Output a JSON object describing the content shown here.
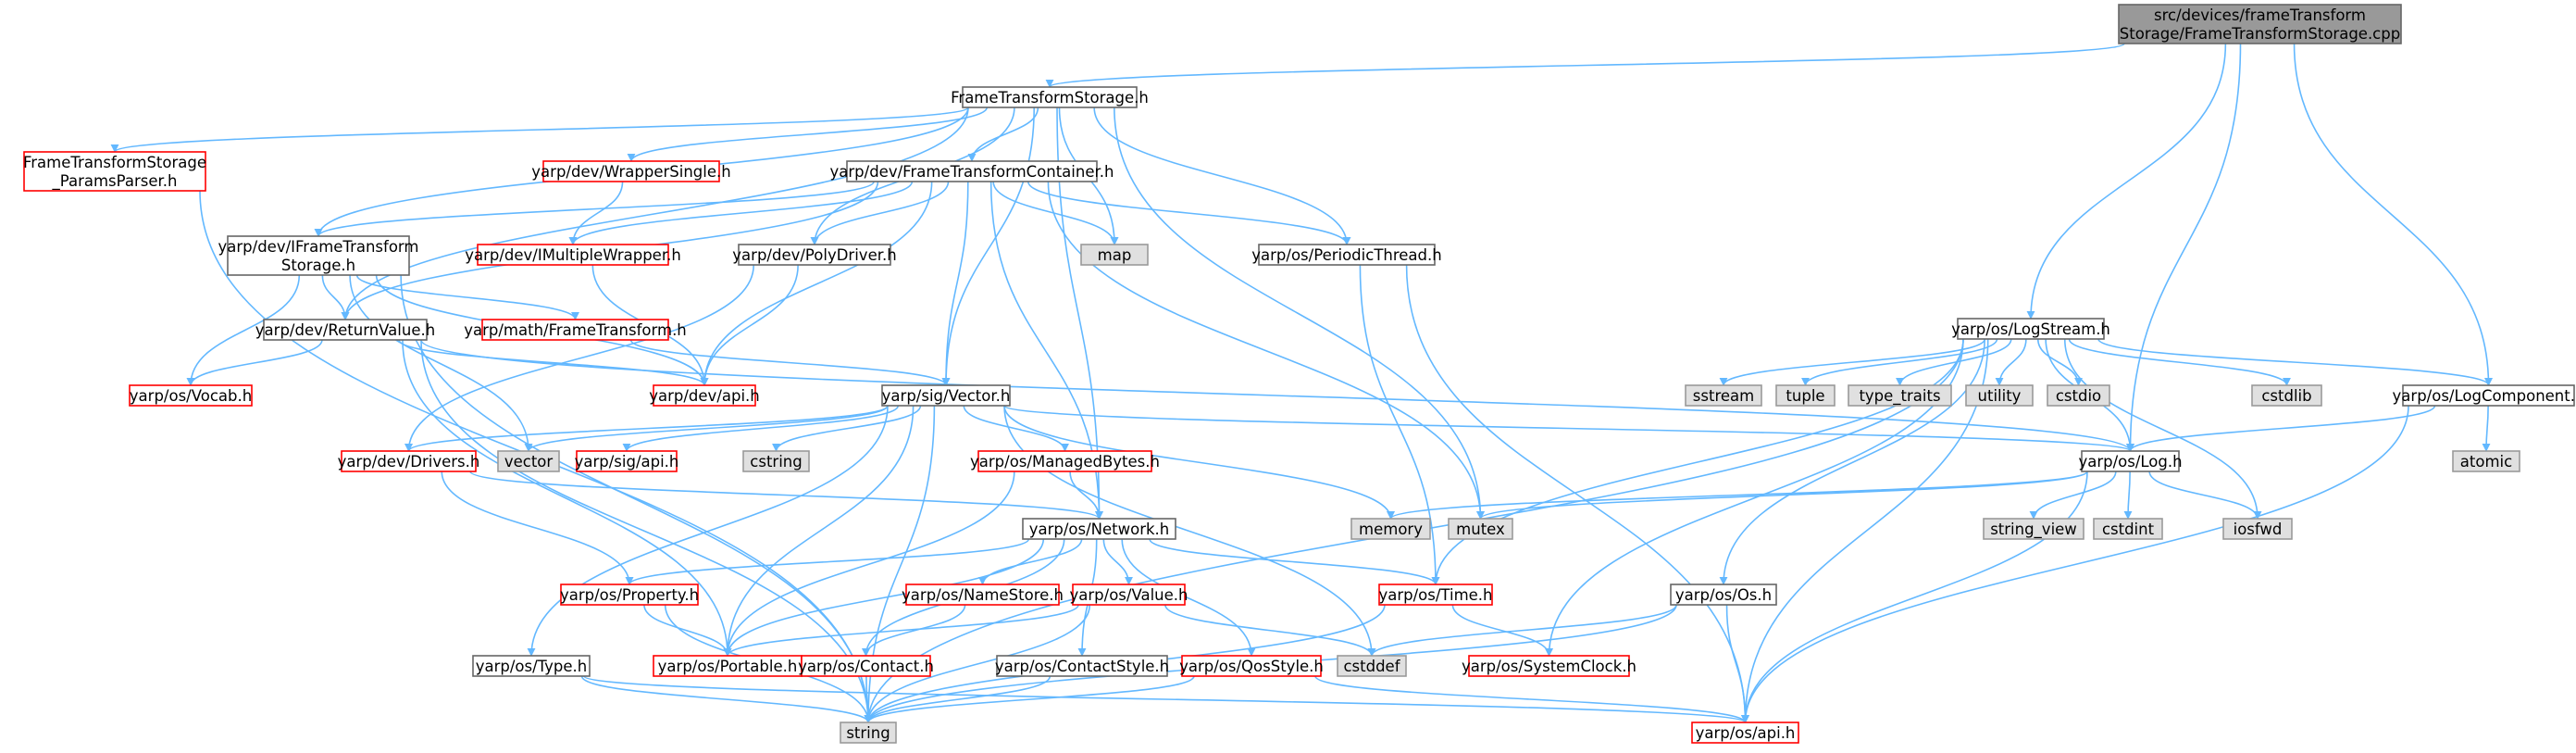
{
  "colors": {
    "edge": "#63b8ff",
    "root_fill": "#999999",
    "root_stroke": "#666666",
    "header_stroke": "#666666",
    "incomplete_stroke": "#ff0000",
    "system_fill": "#e0e0e0",
    "system_stroke": "#999999",
    "text": "#000000"
  },
  "nodes": [
    {
      "id": "root",
      "kind": "root",
      "lines": [
        "src/devices/frameTransform",
        "Storage/FrameTransformStorage.cpp"
      ]
    },
    {
      "id": "fts",
      "kind": "header",
      "lines": [
        "FrameTransformStorage.h"
      ]
    },
    {
      "id": "ftsp",
      "kind": "incomplete",
      "lines": [
        "FrameTransformStorage",
        "_ParamsParser.h"
      ]
    },
    {
      "id": "wrapper_single",
      "kind": "incomplete",
      "lines": [
        "yarp/dev/WrapperSingle.h"
      ]
    },
    {
      "id": "ftc",
      "kind": "header",
      "lines": [
        "yarp/dev/FrameTransformContainer.h"
      ]
    },
    {
      "id": "ift",
      "kind": "header",
      "lines": [
        "yarp/dev/IFrameTransform",
        "Storage.h"
      ]
    },
    {
      "id": "imw",
      "kind": "incomplete",
      "lines": [
        "yarp/dev/IMultipleWrapper.h"
      ]
    },
    {
      "id": "polydriver",
      "kind": "header",
      "lines": [
        "yarp/dev/PolyDriver.h"
      ]
    },
    {
      "id": "map",
      "kind": "system",
      "lines": [
        "map"
      ]
    },
    {
      "id": "periodic",
      "kind": "header",
      "lines": [
        "yarp/os/PeriodicThread.h"
      ]
    },
    {
      "id": "retval",
      "kind": "header",
      "lines": [
        "yarp/dev/ReturnValue.h"
      ]
    },
    {
      "id": "mathft",
      "kind": "incomplete",
      "lines": [
        "yarp/math/FrameTransform.h"
      ]
    },
    {
      "id": "vocab",
      "kind": "incomplete",
      "lines": [
        "yarp/os/Vocab.h"
      ]
    },
    {
      "id": "devapi",
      "kind": "incomplete",
      "lines": [
        "yarp/dev/api.h"
      ]
    },
    {
      "id": "vector_h",
      "kind": "header",
      "lines": [
        "yarp/sig/Vector.h"
      ]
    },
    {
      "id": "vector",
      "kind": "system",
      "lines": [
        "vector"
      ]
    },
    {
      "id": "drivers",
      "kind": "incomplete",
      "lines": [
        "yarp/dev/Drivers.h"
      ]
    },
    {
      "id": "sigapi",
      "kind": "incomplete",
      "lines": [
        "yarp/sig/api.h"
      ]
    },
    {
      "id": "cstring",
      "kind": "system",
      "lines": [
        "cstring"
      ]
    },
    {
      "id": "managed",
      "kind": "incomplete",
      "lines": [
        "yarp/os/ManagedBytes.h"
      ]
    },
    {
      "id": "logstream",
      "kind": "header",
      "lines": [
        "yarp/os/LogStream.h"
      ]
    },
    {
      "id": "sstream",
      "kind": "system",
      "lines": [
        "sstream"
      ]
    },
    {
      "id": "tuple",
      "kind": "system",
      "lines": [
        "tuple"
      ]
    },
    {
      "id": "type_traits",
      "kind": "system",
      "lines": [
        "type_traits"
      ]
    },
    {
      "id": "utility",
      "kind": "system",
      "lines": [
        "utility"
      ]
    },
    {
      "id": "cstdio",
      "kind": "system",
      "lines": [
        "cstdio"
      ]
    },
    {
      "id": "cstdlib",
      "kind": "system",
      "lines": [
        "cstdlib"
      ]
    },
    {
      "id": "logcomp",
      "kind": "header",
      "lines": [
        "yarp/os/LogComponent.h"
      ]
    },
    {
      "id": "atomic",
      "kind": "system",
      "lines": [
        "atomic"
      ]
    },
    {
      "id": "log",
      "kind": "header",
      "lines": [
        "yarp/os/Log.h"
      ]
    },
    {
      "id": "memory",
      "kind": "system",
      "lines": [
        "memory"
      ]
    },
    {
      "id": "mutex",
      "kind": "system",
      "lines": [
        "mutex"
      ]
    },
    {
      "id": "string_view",
      "kind": "system",
      "lines": [
        "string_view"
      ]
    },
    {
      "id": "cstdint",
      "kind": "system",
      "lines": [
        "cstdint"
      ]
    },
    {
      "id": "iosfwd",
      "kind": "system",
      "lines": [
        "iosfwd"
      ]
    },
    {
      "id": "network",
      "kind": "header",
      "lines": [
        "yarp/os/Network.h"
      ]
    },
    {
      "id": "property",
      "kind": "incomplete",
      "lines": [
        "yarp/os/Property.h"
      ]
    },
    {
      "id": "namestore",
      "kind": "incomplete",
      "lines": [
        "yarp/os/NameStore.h"
      ]
    },
    {
      "id": "value",
      "kind": "incomplete",
      "lines": [
        "yarp/os/Value.h"
      ]
    },
    {
      "id": "time",
      "kind": "incomplete",
      "lines": [
        "yarp/os/Time.h"
      ]
    },
    {
      "id": "os_h",
      "kind": "header",
      "lines": [
        "yarp/os/Os.h"
      ]
    },
    {
      "id": "type",
      "kind": "header",
      "lines": [
        "yarp/os/Type.h"
      ]
    },
    {
      "id": "portable",
      "kind": "incomplete",
      "lines": [
        "yarp/os/Portable.h"
      ]
    },
    {
      "id": "contact",
      "kind": "incomplete",
      "lines": [
        "yarp/os/Contact.h"
      ]
    },
    {
      "id": "contactstyle",
      "kind": "header",
      "lines": [
        "yarp/os/ContactStyle.h"
      ]
    },
    {
      "id": "qos",
      "kind": "incomplete",
      "lines": [
        "yarp/os/QosStyle.h"
      ]
    },
    {
      "id": "cstddef",
      "kind": "system",
      "lines": [
        "cstddef"
      ]
    },
    {
      "id": "sysclock",
      "kind": "incomplete",
      "lines": [
        "yarp/os/SystemClock.h"
      ]
    },
    {
      "id": "string",
      "kind": "system",
      "lines": [
        "string"
      ]
    },
    {
      "id": "osapi",
      "kind": "incomplete",
      "lines": [
        "yarp/os/api.h"
      ]
    }
  ],
  "edges": [
    [
      "root",
      "fts"
    ],
    [
      "root",
      "logstream"
    ],
    [
      "root",
      "log"
    ],
    [
      "root",
      "logcomp"
    ],
    [
      "fts",
      "ftsp"
    ],
    [
      "fts",
      "wrapper_single"
    ],
    [
      "fts",
      "ftc"
    ],
    [
      "fts",
      "ift"
    ],
    [
      "fts",
      "polydriver"
    ],
    [
      "fts",
      "map"
    ],
    [
      "fts",
      "periodic"
    ],
    [
      "fts",
      "retval"
    ],
    [
      "fts",
      "vector_h"
    ],
    [
      "fts",
      "mutex"
    ],
    [
      "fts",
      "network"
    ],
    [
      "ftsp",
      "string"
    ],
    [
      "wrapper_single",
      "imw"
    ],
    [
      "ftc",
      "ift"
    ],
    [
      "ftc",
      "imw"
    ],
    [
      "ftc",
      "polydriver"
    ],
    [
      "ftc",
      "map"
    ],
    [
      "ftc",
      "periodic"
    ],
    [
      "ftc",
      "retval"
    ],
    [
      "ftc",
      "devapi"
    ],
    [
      "ftc",
      "vector_h"
    ],
    [
      "ftc",
      "mutex"
    ],
    [
      "ftc",
      "network"
    ],
    [
      "ift",
      "retval"
    ],
    [
      "ift",
      "mathft"
    ],
    [
      "ift",
      "vocab"
    ],
    [
      "ift",
      "devapi"
    ],
    [
      "ift",
      "vector"
    ],
    [
      "ift",
      "string"
    ],
    [
      "imw",
      "devapi"
    ],
    [
      "polydriver",
      "devapi"
    ],
    [
      "polydriver",
      "drivers"
    ],
    [
      "periodic",
      "time"
    ],
    [
      "periodic",
      "osapi"
    ],
    [
      "retval",
      "vocab"
    ],
    [
      "retval",
      "devapi"
    ],
    [
      "retval",
      "log"
    ],
    [
      "retval",
      "portable"
    ],
    [
      "retval",
      "string"
    ],
    [
      "mathft",
      "vector_h"
    ],
    [
      "vector_h",
      "vector"
    ],
    [
      "vector_h",
      "drivers"
    ],
    [
      "vector_h",
      "sigapi"
    ],
    [
      "vector_h",
      "cstring"
    ],
    [
      "vector_h",
      "managed"
    ],
    [
      "vector_h",
      "log"
    ],
    [
      "vector_h",
      "memory"
    ],
    [
      "vector_h",
      "cstddef"
    ],
    [
      "vector_h",
      "type"
    ],
    [
      "vector_h",
      "portable"
    ],
    [
      "vector_h",
      "string"
    ],
    [
      "drivers",
      "property"
    ],
    [
      "drivers",
      "network"
    ],
    [
      "managed",
      "network"
    ],
    [
      "managed",
      "portable"
    ],
    [
      "logstream",
      "sstream"
    ],
    [
      "logstream",
      "tuple"
    ],
    [
      "logstream",
      "type_traits"
    ],
    [
      "logstream",
      "utility"
    ],
    [
      "logstream",
      "cstdio"
    ],
    [
      "logstream",
      "cstdlib"
    ],
    [
      "logstream",
      "logcomp"
    ],
    [
      "logstream",
      "log"
    ],
    [
      "logstream",
      "iosfwd"
    ],
    [
      "logstream",
      "time"
    ],
    [
      "logstream",
      "os_h"
    ],
    [
      "logstream",
      "sysclock"
    ],
    [
      "logstream",
      "osapi"
    ],
    [
      "logstream",
      "string"
    ],
    [
      "logcomp",
      "atomic"
    ],
    [
      "logcomp",
      "log"
    ],
    [
      "logcomp",
      "osapi"
    ],
    [
      "log",
      "memory"
    ],
    [
      "log",
      "mutex"
    ],
    [
      "log",
      "string_view"
    ],
    [
      "log",
      "cstdint"
    ],
    [
      "log",
      "iosfwd"
    ],
    [
      "log",
      "osapi"
    ],
    [
      "network",
      "property"
    ],
    [
      "network",
      "namestore"
    ],
    [
      "network",
      "value"
    ],
    [
      "network",
      "time"
    ],
    [
      "network",
      "portable"
    ],
    [
      "network",
      "contact"
    ],
    [
      "network",
      "contactstyle"
    ],
    [
      "network",
      "qos"
    ],
    [
      "property",
      "portable"
    ],
    [
      "property",
      "string"
    ],
    [
      "namestore",
      "contact"
    ],
    [
      "value",
      "portable"
    ],
    [
      "value",
      "cstddef"
    ],
    [
      "value",
      "string"
    ],
    [
      "time",
      "sysclock"
    ],
    [
      "time",
      "string"
    ],
    [
      "os_h",
      "cstddef"
    ],
    [
      "os_h",
      "osapi"
    ],
    [
      "os_h",
      "string"
    ],
    [
      "type",
      "string"
    ],
    [
      "type",
      "osapi"
    ],
    [
      "contact",
      "string"
    ],
    [
      "contactstyle",
      "string"
    ],
    [
      "qos",
      "osapi"
    ],
    [
      "qos",
      "string"
    ]
  ]
}
